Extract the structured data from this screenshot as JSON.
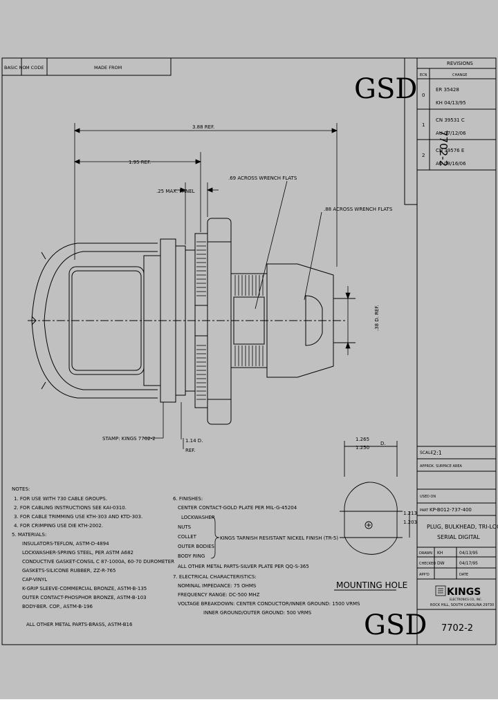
{
  "title_strip": {
    "basic_no": "BASIC NO.",
    "m_code": "M CODE",
    "made_from": "MADE FROM"
  },
  "gsd_top": "GSD",
  "part_vertical": "7702-2",
  "revisions": {
    "header": "REVISIONS",
    "col_ecn": "ECN",
    "col_change": "CHANGE",
    "rows": [
      {
        "rev": "0",
        "line1": "ER  35428",
        "line2": "KH  04/13/95"
      },
      {
        "rev": "1",
        "line1": "CN  39531  C",
        "line2": "AU  07/12/06"
      },
      {
        "rev": "2",
        "line1": "CN  39576  E",
        "line2": "AU  08/16/06"
      }
    ]
  },
  "dims": {
    "overall": "3.88 REF.",
    "left": "1.95 REF.",
    "panel": ".25 MAX. PANEL",
    "wrench1": ".69 ACROSS WRENCH FLATS",
    "wrench2": ".88 ACROSS WRENCH FLATS",
    "dia_ref": ".38 D. REF.",
    "stamp": "STAMP: KINGS 7702-2",
    "d114": "1.14 D.",
    "ref": "REF."
  },
  "mounting": {
    "d1": "1.265",
    "d2": "1.250",
    "d_label": "D.",
    "h1": "1.213",
    "h2": "1.203",
    "label": "MOUNTING HOLE"
  },
  "notes": {
    "title": "NOTES:",
    "items": [
      "1. FOR USE WITH 730 CABLE GROUPS.",
      "2. FOR CABLING INSTRUCTIONS SEE KAI-0310.",
      "3. FOR CABLE TRIMMING USE KTH-303 AND KTD-303.",
      "4. FOR CRIMPING USE DIE KTH-2002.",
      "5. MATERIALS:",
      "INSULATORS-TEFLON, ASTM-D-4894",
      "LOCKWASHER-SPRING STEEL, PER ASTM A682",
      "CONDUCTIVE GASKET-CONSIL C 87-1000A, 60-70 DUROMETER",
      "GASKETS-SILICONE RUBBER, ZZ-R-765",
      "CAP-VINYL",
      "K-GRIP SLEEVE-COMMERCIAL BRONZE, ASTM-B-135",
      "OUTER CONTACT-PHOSPHOR BRONZE, ASTM-B-103",
      "BODY-BER. COP., ASTM-B-196",
      "ALL OTHER METAL PARTS-BRASS, ASTM-B16"
    ]
  },
  "finishes": {
    "title": "6. FINISHES:",
    "center": "CENTER CONTACT-GOLD PLATE PER MIL-G-45204",
    "group": [
      "LOCKWASHER",
      "NUTS",
      "COLLET",
      "OUTER BODIES",
      "BODY RING"
    ],
    "group_finish": "KINGS TARNISH RESISTANT NICKEL FINISH (TR-5)",
    "other": "ALL OTHER METAL PARTS-SILVER PLATE PER QQ-S-365"
  },
  "electrical": {
    "title": "7. ELECTRICAL CHARACTERISTICS:",
    "items": [
      "NOMINAL IMPEDANCE: 75 OHMS",
      "FREQUENCY RANGE: DC-500 MHZ",
      "VOLTAGE BREAKDOWN: CENTER CONDUCTOR/INNER GROUND: 1500 VRMS",
      "INNER GROUND/OUTER GROUND: 500 VRMS"
    ]
  },
  "titleblock": {
    "scale_label": "SCALE",
    "scale": "2:1",
    "approx": "APPROX. SURFACE AREA",
    "used_on": "USED ON",
    "part_label": "PART",
    "part_no": "KP-B012-737-400",
    "desc1": "PLUG, BULKHEAD, TRI-LOC",
    "desc2": "SERIAL DIGITAL",
    "drawn_label": "DRAWN",
    "drawn_by": "KH",
    "drawn_date": "04/13/95",
    "checked_label": "CHECKED",
    "checked_by": "DW",
    "checked_date": "04/17/95",
    "appd_label": "APP'D",
    "date_label": "DATE",
    "company": "KINGS",
    "company_sub": "ELECTRONICS CO., INC.",
    "address": "ROCK HILL, SOUTH CAROLINA 29730",
    "gsd_bottom": "GSD",
    "drawing_no": "7702-2"
  }
}
